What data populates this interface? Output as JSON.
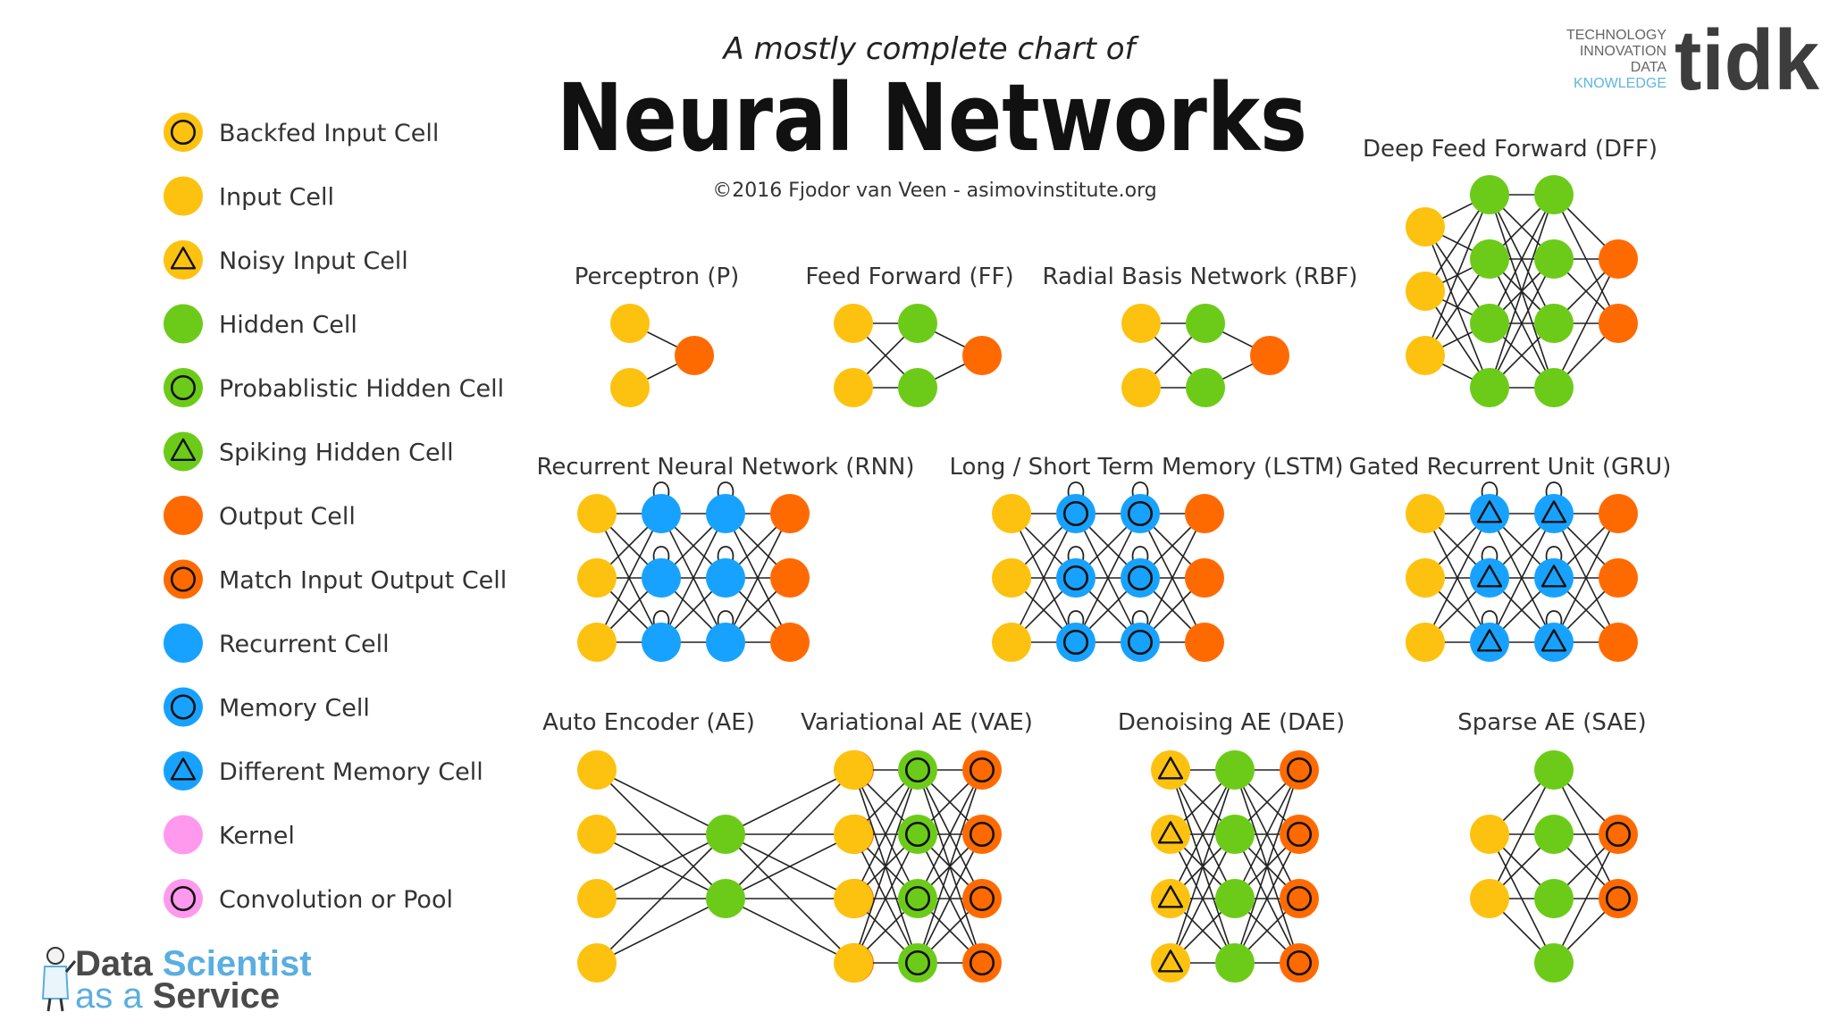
{
  "header": {
    "subtitle": "A mostly complete chart of",
    "title": "Neural Networks",
    "credit": "©2016 Fjodor van Veen - asimovinstitute.org"
  },
  "brand_tidk": {
    "lines": [
      "TECHNOLOGY",
      "INNOVATION",
      "DATA",
      "KNOWLEDGE"
    ],
    "mark": "tidk",
    "colors": {
      "dark": "#3d3d3d",
      "accent": "#5fb6e0"
    }
  },
  "brand_dsaas": {
    "line1": [
      "Data",
      "Scientist"
    ],
    "line2": [
      "as a",
      "Service"
    ],
    "colors": {
      "dark": "#4a4a4a",
      "accent": "#5aaee0"
    }
  },
  "colors": {
    "input": "#fdc20f",
    "hidden": "#6ccb19",
    "output": "#ff6a00",
    "recurrent": "#17a2ff",
    "kernel": "#ff99ee",
    "edge": "#222222"
  },
  "legend": [
    {
      "label": "Backfed Input Cell",
      "color": "input",
      "mark": "ring"
    },
    {
      "label": "Input Cell",
      "color": "input",
      "mark": "none"
    },
    {
      "label": "Noisy Input Cell",
      "color": "input",
      "mark": "triangle"
    },
    {
      "label": "Hidden Cell",
      "color": "hidden",
      "mark": "none"
    },
    {
      "label": "Probablistic Hidden Cell",
      "color": "hidden",
      "mark": "ring"
    },
    {
      "label": "Spiking Hidden Cell",
      "color": "hidden",
      "mark": "triangle"
    },
    {
      "label": "Output Cell",
      "color": "output",
      "mark": "none"
    },
    {
      "label": "Match Input Output Cell",
      "color": "output",
      "mark": "ring"
    },
    {
      "label": "Recurrent Cell",
      "color": "recurrent",
      "mark": "none"
    },
    {
      "label": "Memory Cell",
      "color": "recurrent",
      "mark": "ring"
    },
    {
      "label": "Different Memory Cell",
      "color": "recurrent",
      "mark": "triangle"
    },
    {
      "label": "Kernel",
      "color": "kernel",
      "mark": "none"
    },
    {
      "label": "Convolution or Pool",
      "color": "kernel",
      "mark": "ring"
    }
  ],
  "networks": [
    {
      "id": "p",
      "title": "Perceptron (P)",
      "layers": [
        {
          "type": "input",
          "count": 2
        },
        {
          "type": "output",
          "count": 1
        }
      ]
    },
    {
      "id": "ff",
      "title": "Feed Forward (FF)",
      "layers": [
        {
          "type": "input",
          "count": 2
        },
        {
          "type": "hidden",
          "count": 2
        },
        {
          "type": "output",
          "count": 1
        }
      ]
    },
    {
      "id": "rbf",
      "title": "Radial Basis Network (RBF)",
      "layers": [
        {
          "type": "input",
          "count": 2
        },
        {
          "type": "hidden",
          "count": 2
        },
        {
          "type": "output",
          "count": 1
        }
      ]
    },
    {
      "id": "dff",
      "title": "Deep Feed Forward (DFF)",
      "layers": [
        {
          "type": "input",
          "count": 3
        },
        {
          "type": "hidden",
          "count": 4
        },
        {
          "type": "hidden",
          "count": 4
        },
        {
          "type": "output",
          "count": 2
        }
      ]
    },
    {
      "id": "rnn",
      "title": "Recurrent Neural Network (RNN)",
      "layers": [
        {
          "type": "input",
          "count": 3
        },
        {
          "type": "recurrent",
          "count": 3,
          "loops": true
        },
        {
          "type": "recurrent",
          "count": 3,
          "loops": true
        },
        {
          "type": "output",
          "count": 3
        }
      ]
    },
    {
      "id": "lstm",
      "title": "Long / Short Term Memory (LSTM)",
      "layers": [
        {
          "type": "input",
          "count": 3
        },
        {
          "type": "memory",
          "count": 3,
          "loops": true
        },
        {
          "type": "memory",
          "count": 3,
          "loops": true
        },
        {
          "type": "output",
          "count": 3
        }
      ]
    },
    {
      "id": "gru",
      "title": "Gated Recurrent Unit (GRU)",
      "layers": [
        {
          "type": "input",
          "count": 3
        },
        {
          "type": "different_memory",
          "count": 3,
          "loops": true
        },
        {
          "type": "different_memory",
          "count": 3,
          "loops": true
        },
        {
          "type": "output",
          "count": 3
        }
      ]
    },
    {
      "id": "ae",
      "title": "Auto Encoder (AE)",
      "layers": [
        {
          "type": "input",
          "count": 4
        },
        {
          "type": "hidden",
          "count": 2
        },
        {
          "type": "match_output",
          "count": 4
        }
      ]
    },
    {
      "id": "vae",
      "title": "Variational AE (VAE)",
      "layers": [
        {
          "type": "input",
          "count": 4
        },
        {
          "type": "probabilistic_hidden",
          "count": 4
        },
        {
          "type": "match_output",
          "count": 4
        }
      ]
    },
    {
      "id": "dae",
      "title": "Denoising AE (DAE)",
      "layers": [
        {
          "type": "noisy_input",
          "count": 4
        },
        {
          "type": "hidden",
          "count": 4
        },
        {
          "type": "match_output",
          "count": 4
        }
      ]
    },
    {
      "id": "sae",
      "title": "Sparse AE (SAE)",
      "layers": [
        {
          "type": "input",
          "count": 2
        },
        {
          "type": "hidden",
          "count": 4
        },
        {
          "type": "match_output",
          "count": 2
        }
      ]
    }
  ]
}
